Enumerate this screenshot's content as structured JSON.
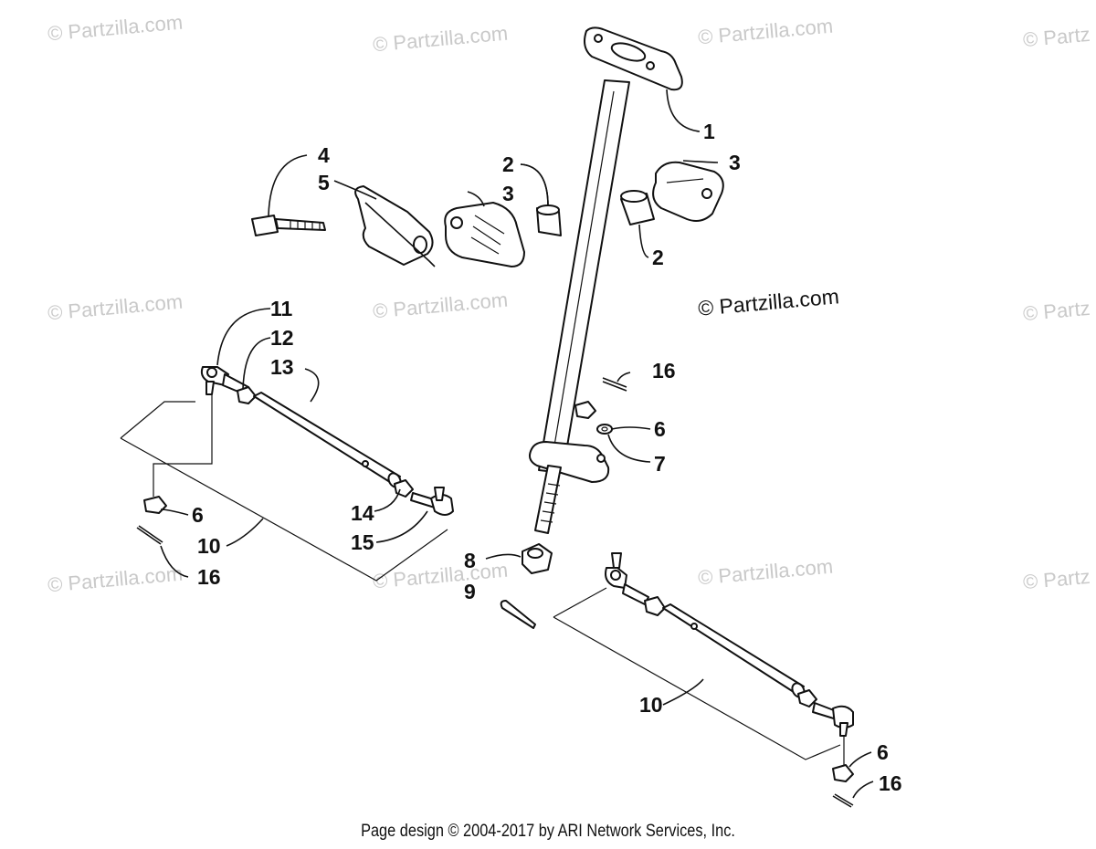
{
  "watermarks": [
    "© Partzilla.com",
    "© Partzilla.com",
    "© Partzilla.com",
    "© Partz",
    "© Partzilla.com",
    "© Partzilla.com",
    "© Partz",
    "© Partzilla.com",
    "© Partzilla.com",
    "© Partzilla.com",
    "© Partz"
  ],
  "main_watermark": "© Partzilla.com",
  "footer": "Page design © 2004-2017 by ARI Network Services, Inc.",
  "callouts": {
    "c1": "1",
    "c2a": "2",
    "c2b": "2",
    "c3a": "3",
    "c3b": "3",
    "c4": "4",
    "c5": "5",
    "c6a": "6",
    "c6b": "6",
    "c6c": "6",
    "c7": "7",
    "c8": "8",
    "c9": "9",
    "c10a": "10",
    "c10b": "10",
    "c11": "11",
    "c12": "12",
    "c13": "13",
    "c14": "14",
    "c15": "15",
    "c16a": "16",
    "c16b": "16",
    "c16c": "16"
  }
}
